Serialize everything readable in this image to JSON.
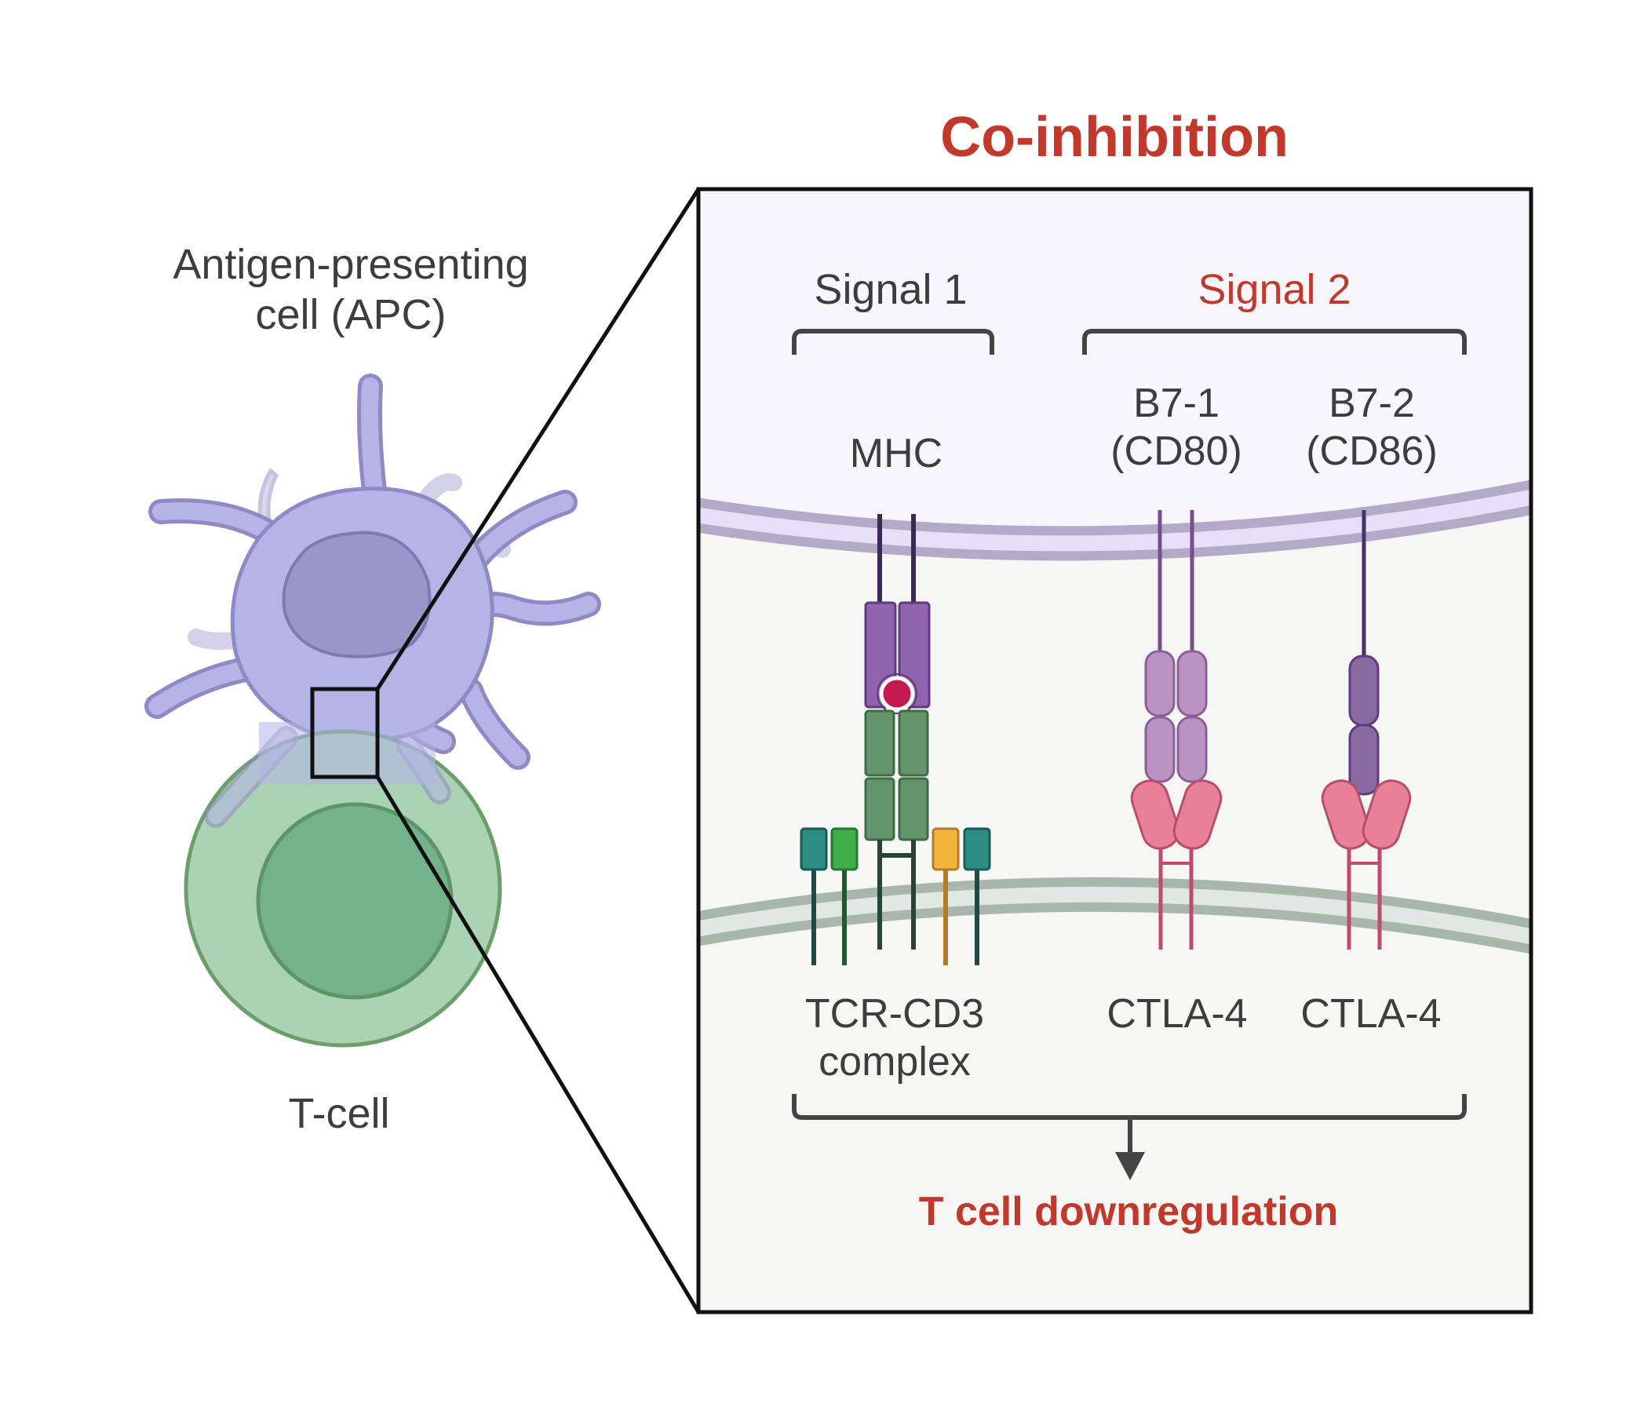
{
  "title": "Co-inhibition",
  "apc_label": "Antigen-presenting cell (APC)",
  "apc_label_lines": [
    "Antigen-presenting",
    "cell (APC)"
  ],
  "tcell_label": "T-cell",
  "signal1_label": "Signal 1",
  "signal2_label": "Signal 2",
  "mhc_label": "MHC",
  "b71_lines": [
    "B7-1",
    "(CD80)"
  ],
  "b72_lines": [
    "B7-2",
    "(CD86)"
  ],
  "tcr_lines": [
    "TCR-CD3",
    "complex"
  ],
  "ctla4_left_label": "CTLA-4",
  "ctla4_right_label": "CTLA-4",
  "outcome_label": "T cell downregulation",
  "colors": {
    "title": "#c0392b",
    "signal2": "#c0392b",
    "outcome": "#c0392b",
    "label": "#3d3d3d",
    "apc_membrane": "#b4acd8",
    "tcell_membrane": "#a9bcac",
    "apc_cell": "#b4b4e6",
    "tcell_cell": "#aad3b3"
  }
}
